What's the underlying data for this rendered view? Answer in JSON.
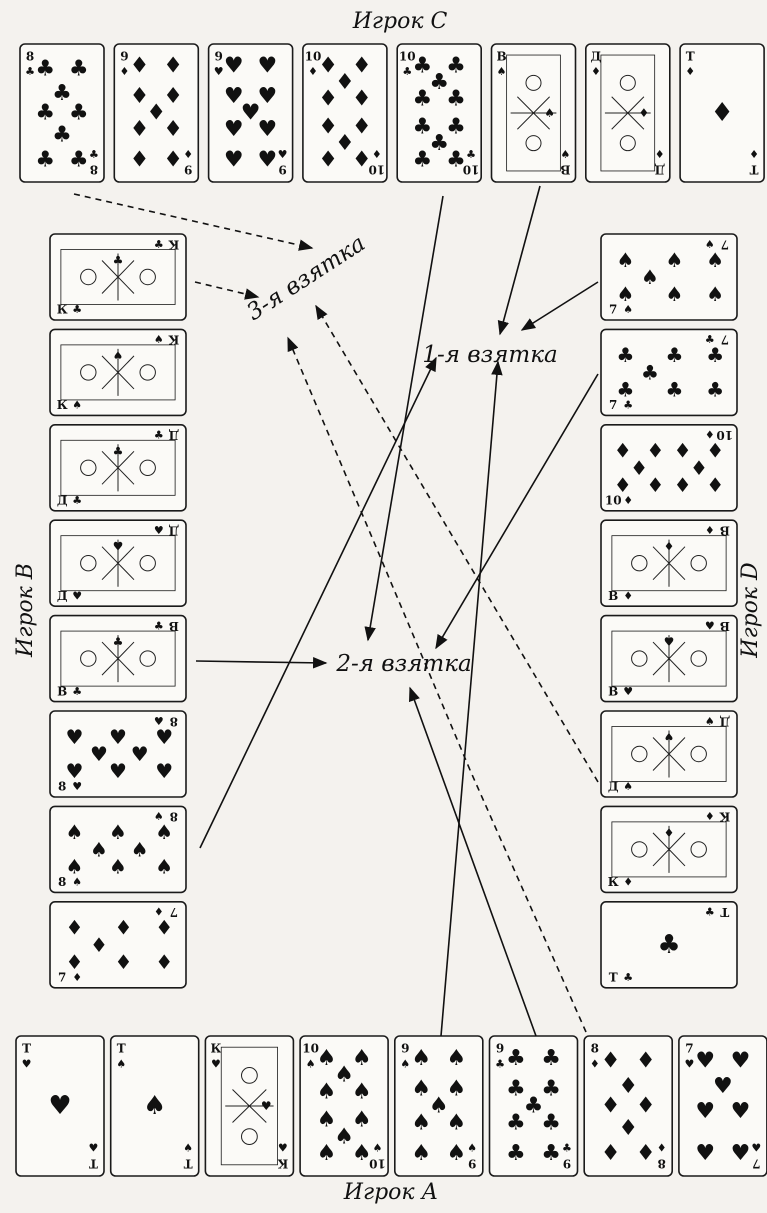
{
  "players": {
    "top": "Игрок С",
    "left": "Игрок В",
    "right": "Игрок D",
    "bottom": "Игрок А"
  },
  "tricks": {
    "first": "1-я взятка",
    "second": "2-я взятка",
    "third": "3-я взятка"
  },
  "hands": {
    "top": [
      {
        "rank": "8",
        "suit": "clubs"
      },
      {
        "rank": "9",
        "suit": "diamonds"
      },
      {
        "rank": "9",
        "suit": "hearts"
      },
      {
        "rank": "10",
        "suit": "diamonds"
      },
      {
        "rank": "10",
        "suit": "clubs"
      },
      {
        "rank": "В",
        "suit": "spades"
      },
      {
        "rank": "Д",
        "suit": "diamonds"
      },
      {
        "rank": "Т",
        "suit": "diamonds"
      }
    ],
    "left": [
      {
        "rank": "К",
        "suit": "clubs"
      },
      {
        "rank": "К",
        "suit": "spades"
      },
      {
        "rank": "Д",
        "suit": "clubs"
      },
      {
        "rank": "Д",
        "suit": "hearts"
      },
      {
        "rank": "В",
        "suit": "clubs"
      },
      {
        "rank": "8",
        "suit": "hearts"
      },
      {
        "rank": "8",
        "suit": "spades"
      },
      {
        "rank": "7",
        "suit": "diamonds"
      }
    ],
    "right": [
      {
        "rank": "7",
        "suit": "spades"
      },
      {
        "rank": "7",
        "suit": "clubs"
      },
      {
        "rank": "10",
        "suit": "diamonds"
      },
      {
        "rank": "В",
        "suit": "diamonds"
      },
      {
        "rank": "В",
        "suit": "hearts"
      },
      {
        "rank": "Д",
        "suit": "spades"
      },
      {
        "rank": "К",
        "suit": "diamonds"
      },
      {
        "rank": "Т",
        "suit": "clubs"
      }
    ],
    "bottom": [
      {
        "rank": "Т",
        "suit": "hearts"
      },
      {
        "rank": "Т",
        "suit": "spades"
      },
      {
        "rank": "К",
        "suit": "hearts"
      },
      {
        "rank": "10",
        "suit": "spades"
      },
      {
        "rank": "9",
        "suit": "spades"
      },
      {
        "rank": "9",
        "suit": "clubs"
      },
      {
        "rank": "8",
        "suit": "diamonds"
      },
      {
        "rank": "7",
        "suit": "hearts"
      }
    ]
  }
}
